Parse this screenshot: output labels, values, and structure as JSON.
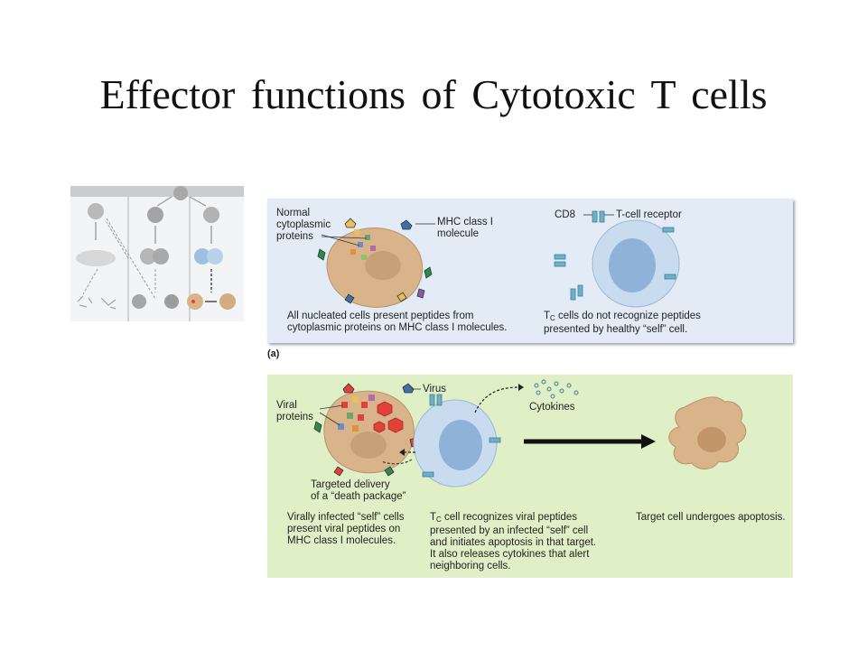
{
  "title": "Effector functions of Cytotoxic T cells",
  "panel_a": {
    "letter": "(a)",
    "normal_label": "Normal\ncytoplasmic\nproteins",
    "mhc_label": "MHC class I\nmolecule",
    "cd8_label": "CD8",
    "tcr_label": "T-cell receptor",
    "caption_left": "All nucleated cells present peptides from\ncytoplasmic proteins on MHC class I molecules.",
    "caption_right_pre": "T",
    "caption_right_sub": "C",
    "caption_right_post": " cells do not recognize peptides\npresented by healthy “self” cell."
  },
  "panel_b": {
    "viral_label": "Viral\nproteins",
    "virus_label": "Virus",
    "cytokines_label": "Cytokines",
    "delivery_label": "Targeted delivery\nof a “death package”",
    "caption_left": "Virally infected “self” cells\npresent viral peptides on\nMHC class I molecules.",
    "caption_mid_pre": "T",
    "caption_mid_sub": "C",
    "caption_mid_post": " cell recognizes viral peptides\npresented by an infected “self” cell\nand initiates apoptosis in that target.\nIt also releases cytokines that alert\nneighboring cells.",
    "caption_right": "Target cell undergoes apoptosis."
  },
  "colors": {
    "panel_a_bg": "#e3ecf6",
    "panel_b_bg": "#dff0c6",
    "cell_tan": "#d9b48a",
    "tcell_blue": "#c9dcef",
    "viral_red": "#e0413a"
  }
}
